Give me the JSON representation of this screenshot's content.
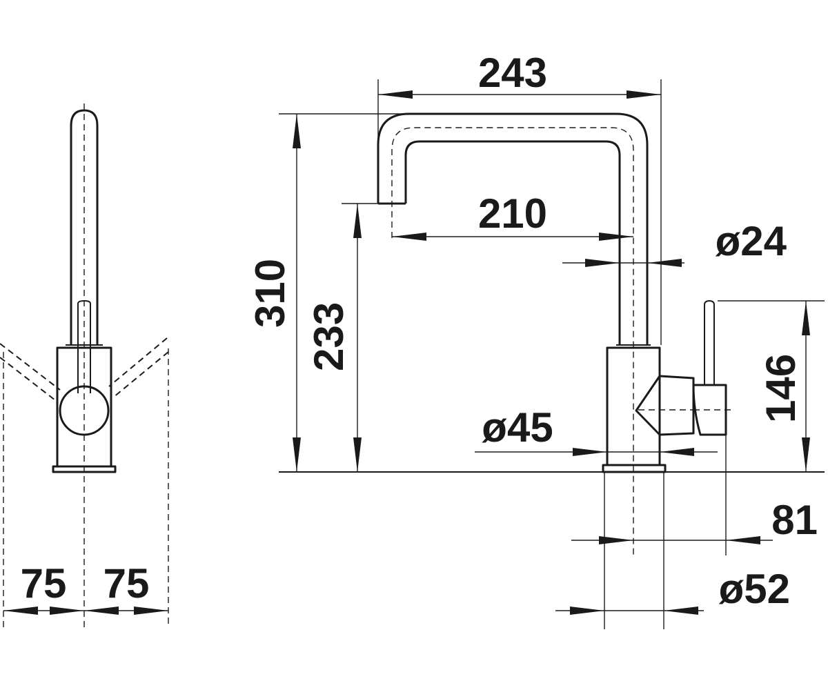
{
  "diagram": {
    "dimensions": {
      "reach_total": "243",
      "spout_reach": "210",
      "height_total": "310",
      "spout_height": "233",
      "spout_diameter": "ø24",
      "body_diameter": "ø45",
      "lever_height": "146",
      "lever_offset": "81",
      "base_diameter": "ø52",
      "swing_left": "75",
      "swing_right": "75"
    }
  }
}
